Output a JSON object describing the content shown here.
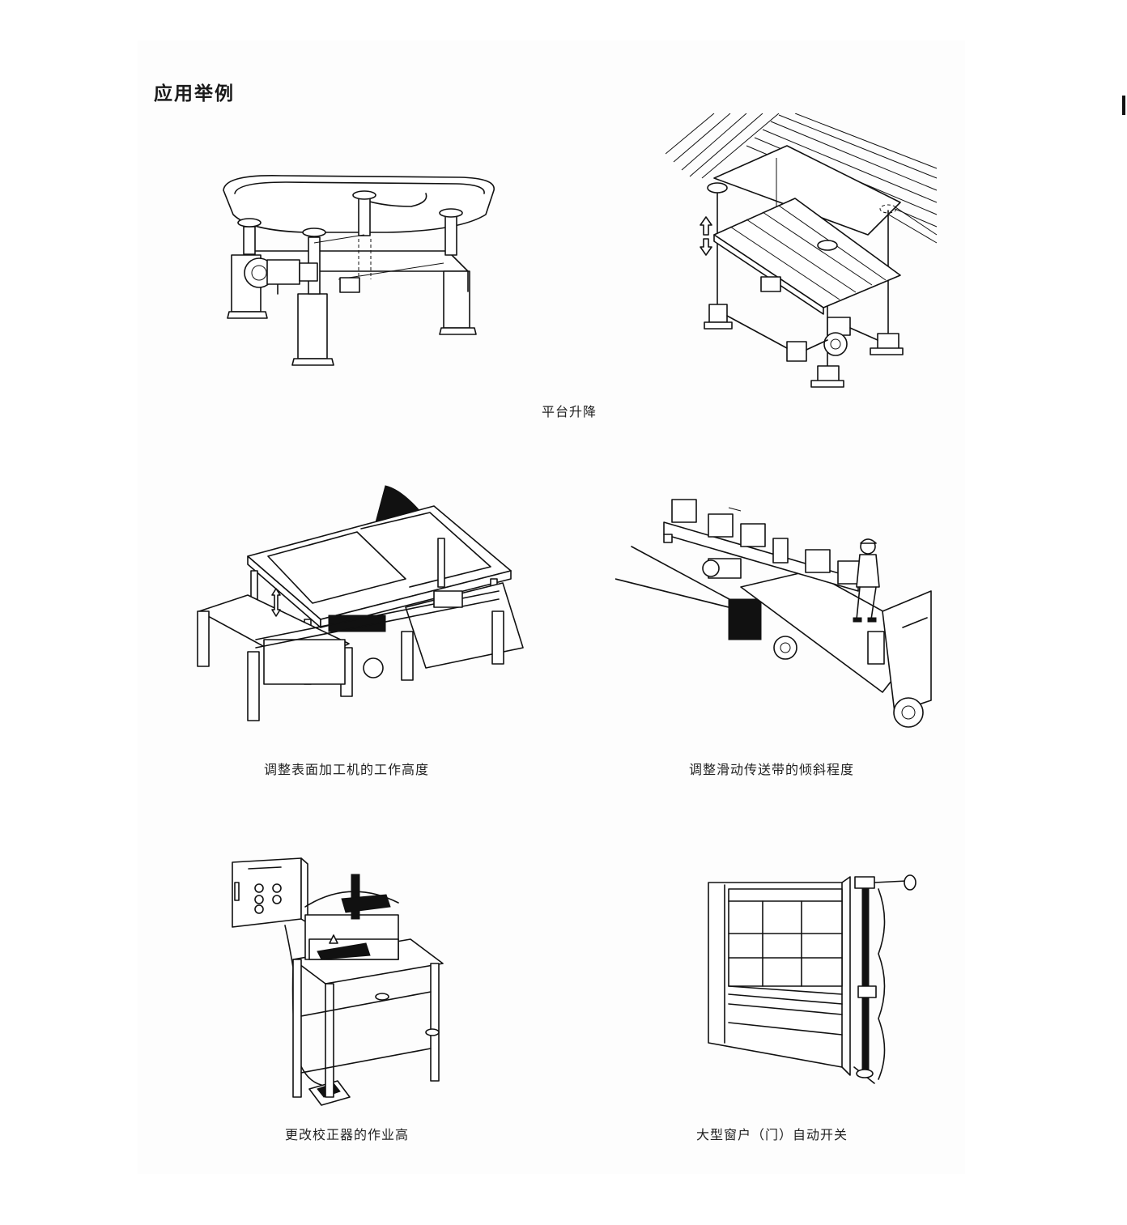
{
  "page": {
    "title": "应用举例"
  },
  "figures": [
    {
      "caption": "平台升降"
    },
    {
      "caption": "调整表面加工机的工作高度"
    },
    {
      "caption": "调整滑动传送带的倾斜程度"
    },
    {
      "caption": "更改校正器的作业高"
    },
    {
      "caption": "大型窗户（门）自动开关"
    }
  ]
}
